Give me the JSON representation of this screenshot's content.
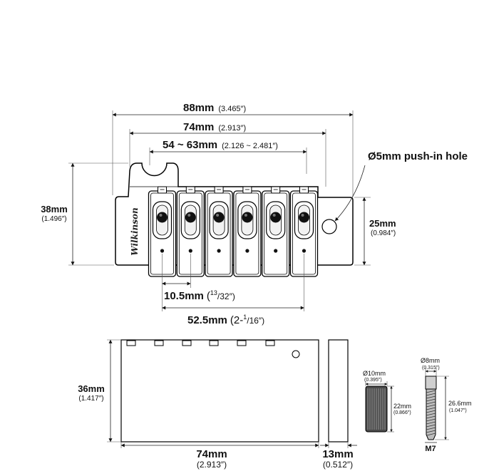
{
  "diagram": {
    "top_view": {
      "overall_width": {
        "metric": "88mm",
        "imperial": "(3.465″)"
      },
      "plate_width": {
        "metric": "74mm",
        "imperial": "(2.913″)"
      },
      "string_range": {
        "metric": "54 ~ 63mm",
        "imperial": "(2.126 ~ 2.481″)"
      },
      "hole_label": "Ø5mm push-in hole",
      "height": {
        "metric": "38mm",
        "imperial": "(1.496″)"
      },
      "plate_depth": {
        "metric": "25mm",
        "imperial": "(0.984″)"
      },
      "pitch": {
        "metric": "10.5mm",
        "imperial_open": "(",
        "imperial_num": "13",
        "imperial_rest": "/32″)"
      },
      "spacing": {
        "metric": "52.5mm",
        "imperial_open": "(2-",
        "imperial_num": "1",
        "imperial_rest": "/16″)"
      },
      "logo": "Wilkinson"
    },
    "block_front": {
      "height": {
        "metric": "36mm",
        "imperial": "(1.417″)"
      },
      "width": {
        "metric": "74mm",
        "imperial": "(2.913″)"
      }
    },
    "block_side": {
      "thickness": {
        "metric": "13mm",
        "imperial": "(0.512″)"
      }
    },
    "sleeve": {
      "diameter": {
        "metric": "Ø10mm",
        "imperial": "(0.395″)"
      },
      "length": {
        "metric": "22mm",
        "imperial": "(0.866″)"
      }
    },
    "screw": {
      "diameter": {
        "metric": "Ø8mm",
        "imperial": "(0.315″)"
      },
      "length": {
        "metric": "26.6mm",
        "imperial": "(1.047″)"
      },
      "thread": "M7"
    }
  },
  "colors": {
    "line": "#000000",
    "background": "#ffffff"
  }
}
